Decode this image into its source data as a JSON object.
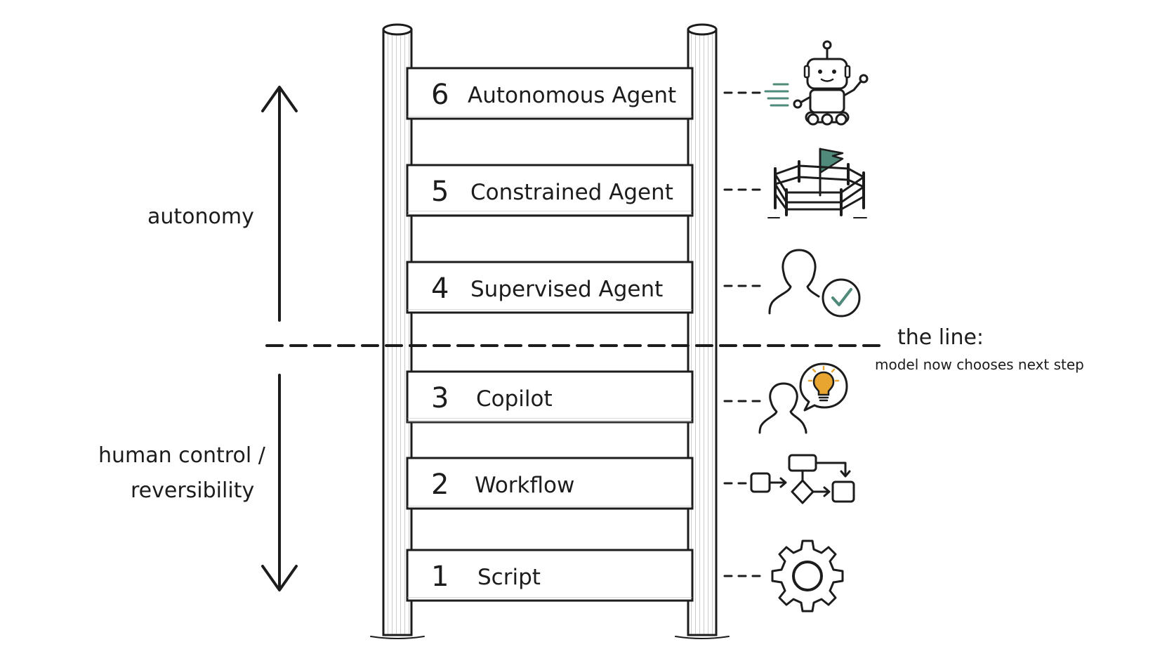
{
  "rungs": [
    {
      "num": "6",
      "label": "Autonomous Agent",
      "icon": "robot-icon"
    },
    {
      "num": "5",
      "label": "Constrained Agent",
      "icon": "fenced-flag-icon"
    },
    {
      "num": "4",
      "label": "Supervised Agent",
      "icon": "person-check-icon"
    },
    {
      "num": "3",
      "label": "Copilot",
      "icon": "person-idea-icon"
    },
    {
      "num": "2",
      "label": "Workflow",
      "icon": "flowchart-icon"
    },
    {
      "num": "1",
      "label": "Script",
      "icon": "gear-icon"
    }
  ],
  "axis": {
    "top_label": "autonomy",
    "bottom_label_line1": "human control /",
    "bottom_label_line2": "reversibility"
  },
  "threshold": {
    "title": "the line:",
    "subtitle": "model now chooses next step"
  },
  "colors": {
    "ink": "#1c1c1c",
    "accent": "#4f8a7a",
    "bulb": "#e8a530"
  }
}
